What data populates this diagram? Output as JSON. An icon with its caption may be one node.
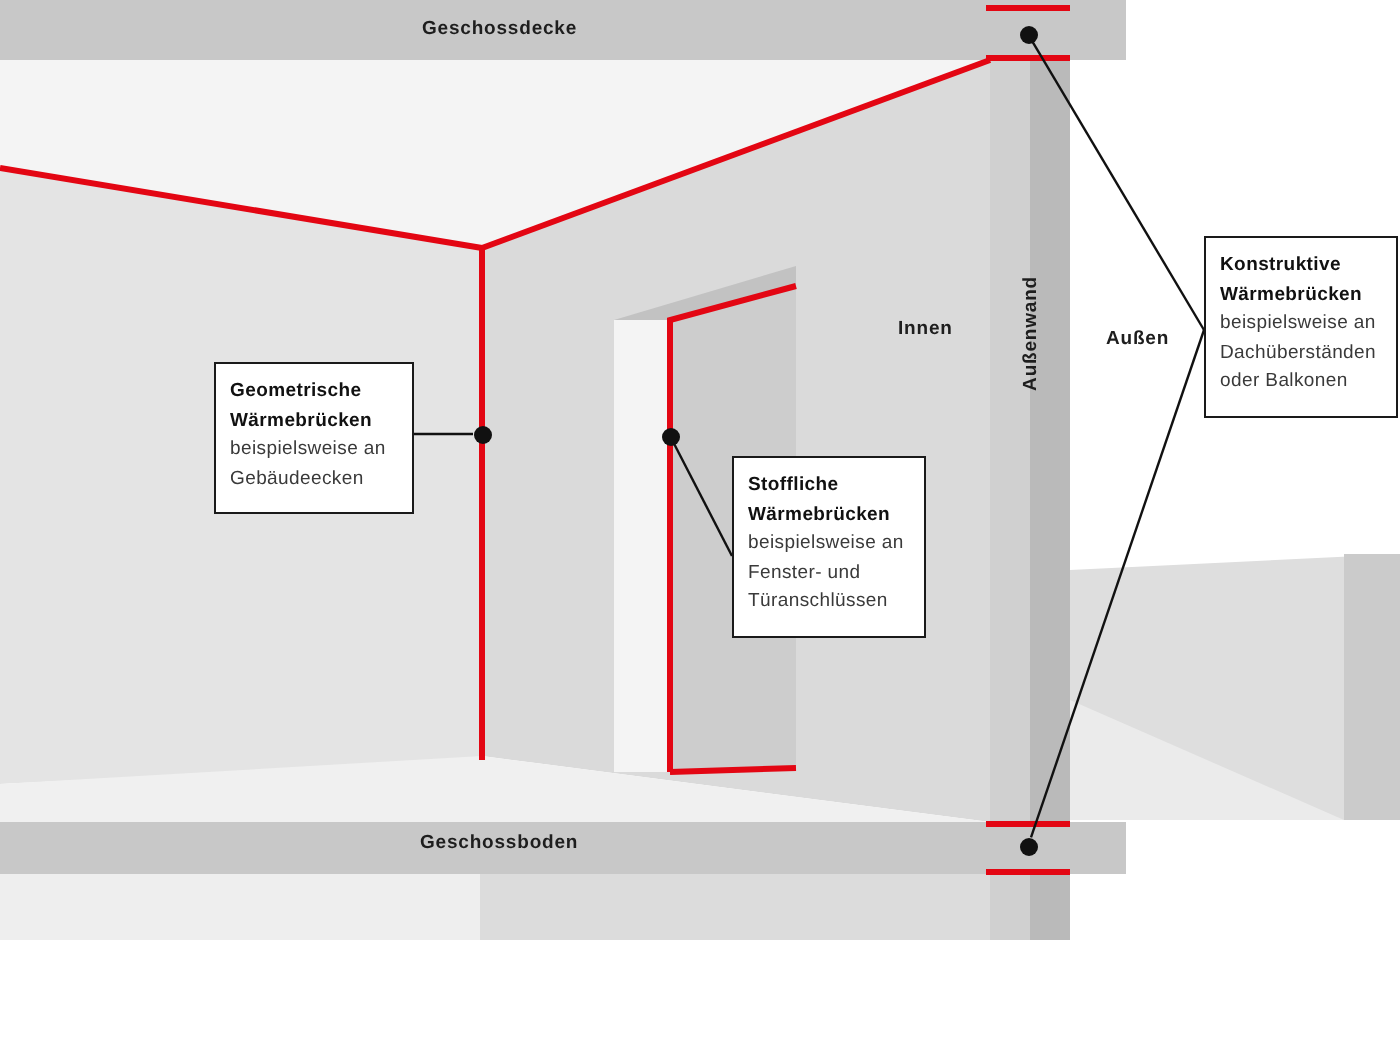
{
  "diagram": {
    "nodes": [
      {
        "text": [
          "Geometrische Wärmebrücken",
          "beispielsweise an Gebäudeecken"
        ]
      },
      {
        "text": [],
        "shape": "circle"
      },
      {
        "text": [
          "Stoffliche Wärmebrücken",
          "beispielsweise an Fenster- und Türanschlüssen"
        ]
      },
      {
        "text": [],
        "shape": "circle"
      },
      {
        "text": [
          "Konstruktive Wärmebrücken",
          "beispielsweise an Dachüberständen oder Balkonen"
        ]
      },
      {
        "text": [],
        "shape": "circle"
      },
      {
        "text": [],
        "shape": "circle"
      }
    ],
    "edges": [
      {
        "from": 0,
        "to": 1,
        "arrow": "none"
      },
      {
        "from": 2,
        "to": 3,
        "arrow": "none"
      },
      {
        "from": 4,
        "to": 5,
        "arrow": "none"
      },
      {
        "from": 4,
        "to": 6,
        "arrow": "none"
      }
    ],
    "labels": [
      "Geschossdecke",
      "Innen",
      "Außenwand",
      "Außen",
      "Geschossboden"
    ]
  }
}
